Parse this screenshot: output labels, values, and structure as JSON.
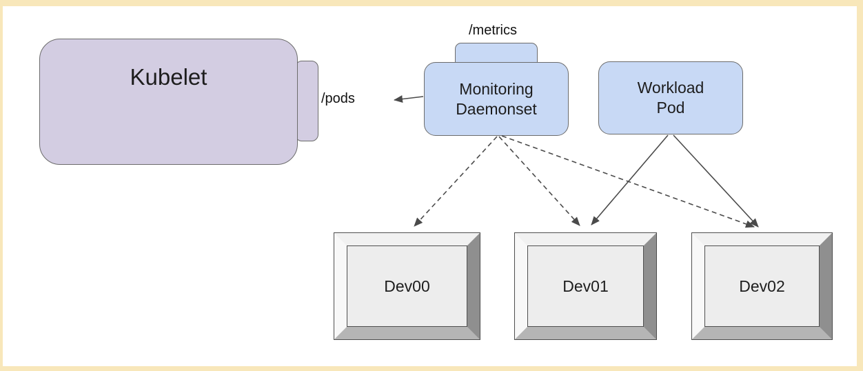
{
  "diagram": {
    "nodes": {
      "kubelet": {
        "label": "Kubelet",
        "fill": "#d3cde2"
      },
      "monitoring_daemonset": {
        "label": "Monitoring\nDaemonset",
        "fill": "#c8d9f5"
      },
      "workload_pod": {
        "label": "Workload\nPod",
        "fill": "#c8d9f5"
      },
      "devices": [
        {
          "label": "Dev00"
        },
        {
          "label": "Dev01"
        },
        {
          "label": "Dev02"
        }
      ]
    },
    "endpoints": {
      "pods": {
        "label": "/pods"
      },
      "metrics": {
        "label": "/metrics"
      }
    },
    "edges": [
      {
        "from": "monitoring_daemonset",
        "to": "kubelet /pods",
        "style": "solid",
        "arrow": "end"
      },
      {
        "from": "monitoring_daemonset",
        "to": "Dev00",
        "style": "dashed",
        "arrow": "end"
      },
      {
        "from": "monitoring_daemonset",
        "to": "Dev01",
        "style": "dashed",
        "arrow": "end"
      },
      {
        "from": "monitoring_daemonset",
        "to": "Dev02",
        "style": "dashed",
        "arrow": "end"
      },
      {
        "from": "workload_pod",
        "to": "Dev01",
        "style": "solid",
        "arrow": "end"
      },
      {
        "from": "workload_pod",
        "to": "Dev02",
        "style": "solid",
        "arrow": "end"
      }
    ],
    "colors": {
      "frame": "#f8e7ba",
      "canvas": "#ffffff",
      "node_stroke": "#6b6b6b",
      "arrow": "#4a4a4a",
      "device_face": "#ededed",
      "device_bevel_dark": "#8f8f8f",
      "device_bevel_light": "#f1f1f1",
      "text": "#1d1d1d"
    }
  }
}
